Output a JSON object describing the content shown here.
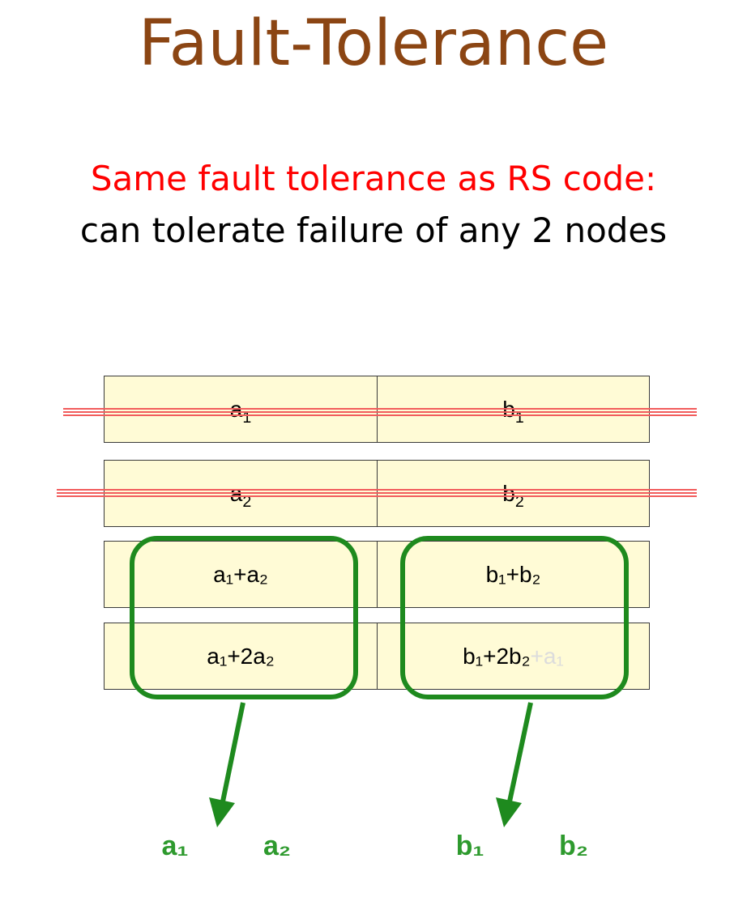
{
  "title": "Fault-Tolerance",
  "subtitle": {
    "line1": "Same fault tolerance as RS code:",
    "line2": "can tolerate failure of any 2 nodes"
  },
  "rows": [
    {
      "failed": true,
      "left": {
        "base": "a",
        "sub": "1"
      },
      "right": {
        "base": "b",
        "sub": "1"
      }
    },
    {
      "failed": true,
      "left": {
        "base": "a",
        "sub": "2"
      },
      "right": {
        "base": "b",
        "sub": "2"
      }
    },
    {
      "failed": false,
      "left_text": "a₁+a₂",
      "right_text": "b₁+b₂"
    },
    {
      "failed": false,
      "left_text": "a₁+2a₂",
      "right_text": "b₁+2b₂",
      "right_faint": "+a₁"
    }
  ],
  "recovered": {
    "left": [
      "a₁",
      "a₂"
    ],
    "right": [
      "b₁",
      "b₂"
    ]
  },
  "colors": {
    "title": "#8B4513",
    "subtitle_highlight": "#ff0000",
    "cell_fill": "#fffbd6",
    "strike": "#f25c5c",
    "group_box": "#1e8a1e",
    "recovered_text": "#2e9a2e"
  }
}
